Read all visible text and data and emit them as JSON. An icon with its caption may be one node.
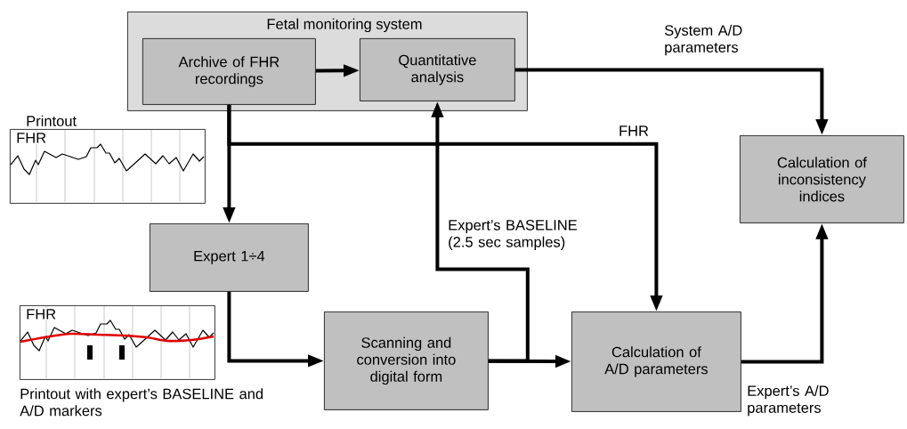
{
  "diagram": {
    "nodes": [
      {
        "text": [
          "Fetal monitoring system"
        ]
      },
      {
        "text": [
          "Archive of FHR recordings"
        ],
        "in": 0
      },
      {
        "text": [
          "Quantitative analysis"
        ],
        "in": 0
      },
      {
        "text": [
          "Calculation of inconsistency indices"
        ]
      },
      {
        "text": [
          "Expert  1÷4"
        ]
      },
      {
        "text": [
          "Scanning and conversion into digital form"
        ]
      },
      {
        "text": [
          "Calculation of A/D parameters"
        ]
      },
      {
        "text": [
          "Printout",
          "FHR"
        ]
      },
      {
        "text": [
          "FHR"
        ],
        "beside": [
          "Printout with expert’s BASELINE and A/D markers"
        ]
      }
    ],
    "edges": [
      {
        "from": 1,
        "to": 2,
        "arrow": "to"
      },
      {
        "from": 2,
        "to": 3,
        "arrow": "to",
        "label": "System A/D parameters"
      },
      {
        "from": 1,
        "to": 4,
        "arrow": "to"
      },
      {
        "from": 1,
        "to": 6,
        "arrow": "to",
        "label": "FHR"
      },
      {
        "from": 4,
        "to": 5,
        "arrow": "to"
      },
      {
        "from": 5,
        "to": 6,
        "arrow": "to"
      },
      {
        "from": 5,
        "to": 2,
        "arrow": "to",
        "label": "Expert’s BASELINE (2.5 sec samples)"
      },
      {
        "from": 6,
        "to": 3,
        "arrow": "to",
        "label": "Expert’s A/D parameters"
      }
    ]
  }
}
